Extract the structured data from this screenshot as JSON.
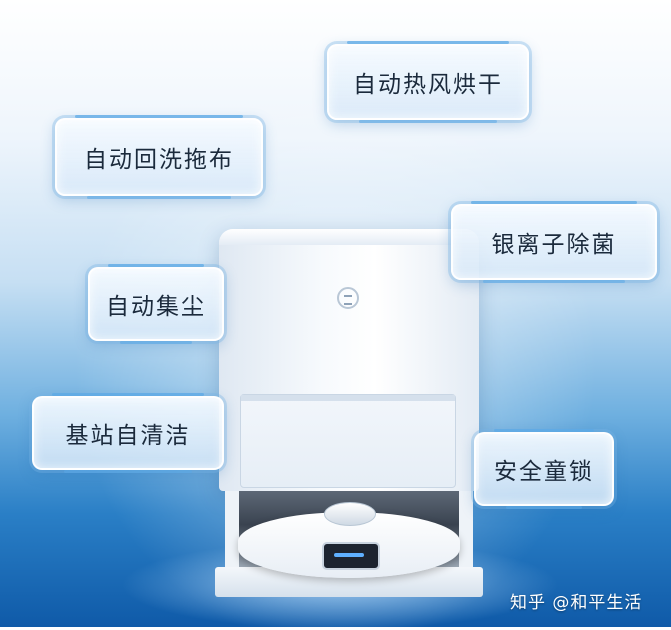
{
  "features": {
    "hot_air_dry": "自动热风烘干",
    "auto_mop_wash": "自动回洗拖布",
    "silver_ion": "银离子除菌",
    "auto_dust": "自动集尘",
    "self_clean": "基站自清洁",
    "child_lock": "安全童锁"
  },
  "watermark": "知乎 @和平生活",
  "colors": {
    "label_text": "#1b2a3c",
    "accent_blue": "#5aa8e6",
    "background_bottom": "#0f5aa8"
  }
}
